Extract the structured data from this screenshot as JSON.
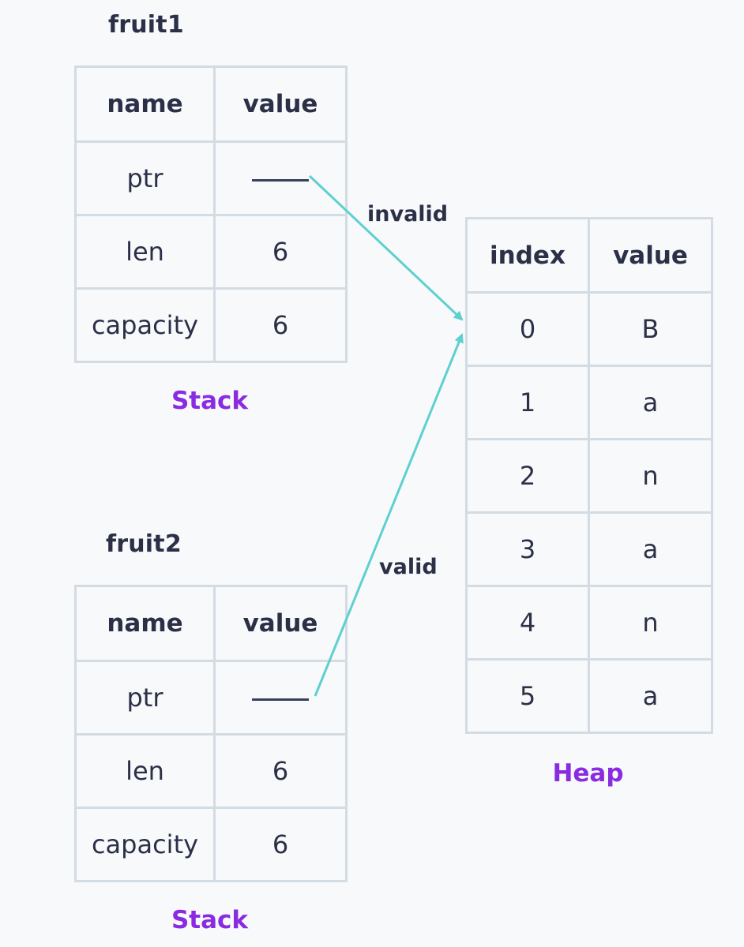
{
  "stack1": {
    "title": "fruit1",
    "caption": "Stack",
    "header": [
      "name",
      "value"
    ],
    "rows": [
      {
        "name": "ptr",
        "value": ""
      },
      {
        "name": "len",
        "value": "6"
      },
      {
        "name": "capacity",
        "value": "6"
      }
    ]
  },
  "stack2": {
    "title": "fruit2",
    "caption": "Stack",
    "header": [
      "name",
      "value"
    ],
    "rows": [
      {
        "name": "ptr",
        "value": ""
      },
      {
        "name": "len",
        "value": "6"
      },
      {
        "name": "capacity",
        "value": "6"
      }
    ]
  },
  "heap": {
    "caption": "Heap",
    "header": [
      "index",
      "value"
    ],
    "rows": [
      {
        "index": "0",
        "value": "B"
      },
      {
        "index": "1",
        "value": "a"
      },
      {
        "index": "2",
        "value": "n"
      },
      {
        "index": "3",
        "value": "a"
      },
      {
        "index": "4",
        "value": "n"
      },
      {
        "index": "5",
        "value": "a"
      }
    ]
  },
  "edges": {
    "invalid_label": "invalid",
    "valid_label": "valid"
  },
  "colors": {
    "arrow": "#5fd0cf",
    "caption": "#8a2be2",
    "border": "#d3dbe3",
    "text": "#2b3047"
  }
}
